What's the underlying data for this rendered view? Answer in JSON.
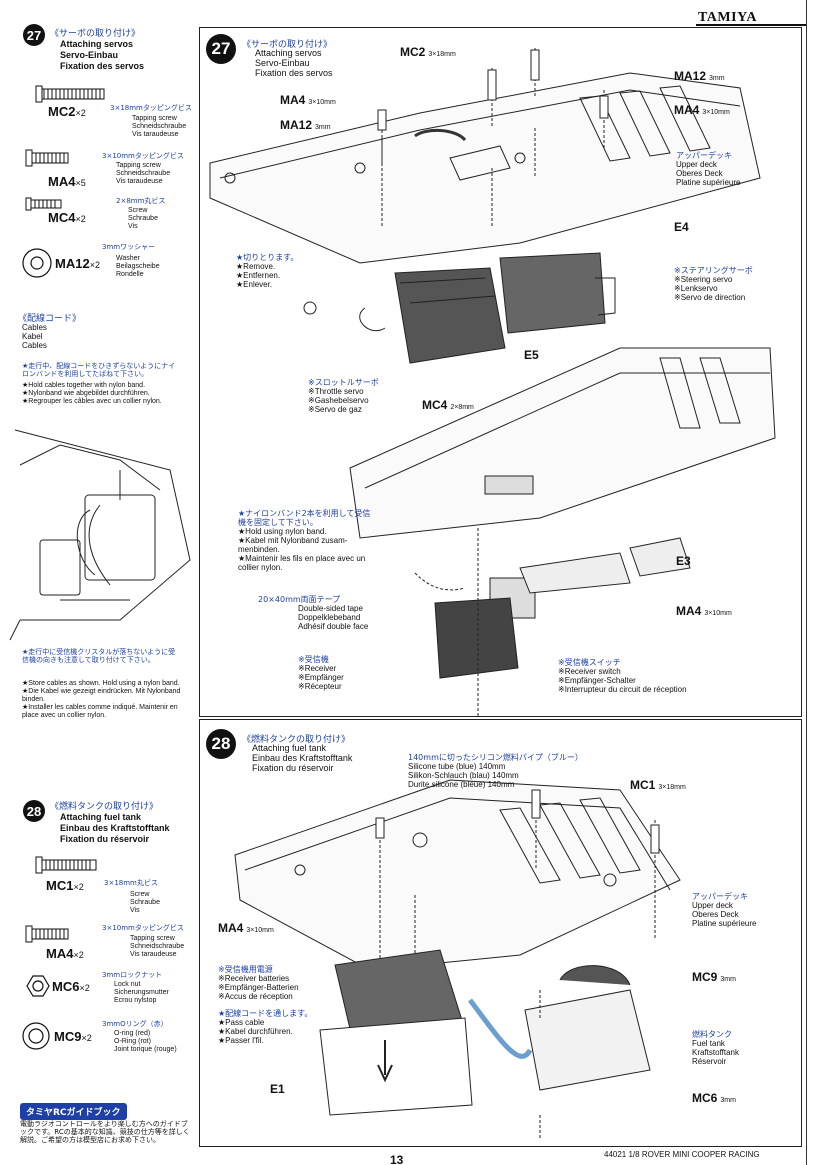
{
  "brand": "TAMIYA",
  "page_number": "13",
  "footer": "44021 1/8 ROVER MINI COOPER RACING",
  "sidebar": {
    "step27": {
      "number": "27",
      "jp": "《サーボの取り付け》",
      "en": "Attaching servos",
      "de": "Servo-Einbau",
      "fr": "Fixation des servos",
      "parts": [
        {
          "code": "MC2",
          "qty": "×2",
          "jp": "3×18mmタッピングビス",
          "desc": [
            "Tapping screw",
            "Schneidschraube",
            "Vis taraudeuse"
          ]
        },
        {
          "code": "MA4",
          "qty": "×5",
          "jp": "3×10mmタッピングビス",
          "desc": [
            "Tapping screw",
            "Schneidschraube",
            "Vis taraudeuse"
          ]
        },
        {
          "code": "MC4",
          "qty": "×2",
          "jp": "2×8mm丸ビス",
          "desc": [
            "Screw",
            "Schraube",
            "Vis"
          ]
        },
        {
          "code": "MA12",
          "qty": "×2",
          "jp": "3mmワッシャー",
          "desc": [
            "Washer",
            "Beilagscheibe",
            "Rondelle"
          ]
        }
      ]
    },
    "cables": {
      "jp": "《配線コード》",
      "en": "Cables",
      "de": "Kabel",
      "fr": "Cables",
      "note_jp": "★走行中、配線コードをひきずらないようにナイロンバンドを利用してたばねて下さい。",
      "notes": [
        "★Hold cables together with nylon band.",
        "★Nylonband wie abgebildet durchführen.",
        "★Regrouper les câbles avec un collier nylon."
      ]
    },
    "crystal": {
      "note_jp": "★走行中に受信機クリスタルが落ちないように受信機の向きも注意して取り付けて下さい。",
      "notes": [
        "★Store cables as shown. Hold using a nylon band.",
        "★Die Kabel wie gezeigt eindrücken. Mit Nylonband binden.",
        "★Installer les cables comme indiqué. Maintenir en place avec un collier nylon."
      ]
    },
    "step28": {
      "number": "28",
      "jp": "《燃料タンクの取り付け》",
      "en": "Attaching fuel tank",
      "de": "Einbau des Kraftstofftank",
      "fr": "Fixation du réservoir",
      "parts": [
        {
          "code": "MC1",
          "qty": "×2",
          "jp": "3×18mm丸ビス",
          "desc": [
            "Screw",
            "Schraube",
            "Vis"
          ]
        },
        {
          "code": "MA4",
          "qty": "×2",
          "jp": "3×10mmタッピングビス",
          "desc": [
            "Tapping screw",
            "Schneidschraube",
            "Vis taraudeuse"
          ]
        },
        {
          "code": "MC6",
          "qty": "×2",
          "jp": "3mmロックナット",
          "desc": [
            "Lock nut",
            "Sicherungsmutter",
            "Ecrou nylstop"
          ]
        },
        {
          "code": "MC9",
          "qty": "×2",
          "jp": "3mmOリング（赤）",
          "desc": [
            "O-ring (red)",
            "O-Ring (rot)",
            "Joint torique (rouge)"
          ]
        }
      ]
    },
    "guide": {
      "badge": "タミヤRCガイドブック",
      "text": "電動ラジオコントロールをより楽しむ方へのガイドブックです。RCの基本的な知識、競技の仕方等を詳しく解説。ご希望の方は模型店にお求め下さい。"
    }
  },
  "panel27": {
    "number": "27",
    "jp": "《サーボの取り付け》",
    "en": "Attaching servos",
    "de": "Servo-Einbau",
    "fr": "Fixation des servos",
    "codes": {
      "mc2": {
        "code": "MC2",
        "size": "3×18mm"
      },
      "ma12a": {
        "code": "MA12",
        "size": "3mm"
      },
      "ma4a": {
        "code": "MA4",
        "size": "3×10mm"
      },
      "ma4b": {
        "code": "MA4",
        "size": "3×10mm"
      },
      "ma12b": {
        "code": "MA12",
        "size": "3mm"
      },
      "e4": {
        "code": "E4",
        "size": ""
      },
      "e5": {
        "code": "E5",
        "size": ""
      },
      "mc4": {
        "code": "MC4",
        "size": "2×8mm"
      },
      "e3": {
        "code": "E3",
        "size": ""
      },
      "ma4c": {
        "code": "MA4",
        "size": "3×10mm"
      }
    },
    "upper_deck": {
      "jp": "アッパーデッキ",
      "lines": [
        "Upper deck",
        "Oberes Deck",
        "Platine supérieure"
      ]
    },
    "remove": {
      "jp": "★切りとります。",
      "lines": [
        "★Remove.",
        "★Entfernen.",
        "★Enlever."
      ]
    },
    "steering_servo": {
      "jp": "※ステアリングサーボ",
      "lines": [
        "※Steering servo",
        "※Lenkservo",
        "※Servo de direction"
      ]
    },
    "throttle_servo": {
      "jp": "※スロットルサーボ",
      "lines": [
        "※Throttle servo",
        "※Gashebelservo",
        "※Servo de gaz"
      ]
    },
    "nylon_band": {
      "jp": "★ナイロンバンド2本を利用して受信機を固定して下さい。",
      "lines": [
        "★Hold using nylon band.",
        "★Kabel mit Nylonband zusam-menbinden.",
        "★Maintenir les fils en place avec un collier nylon."
      ]
    },
    "tape": {
      "jp": "20×40mm両面テープ",
      "lines": [
        "Double-sided tape",
        "Doppelklebeband",
        "Adhésif double face"
      ]
    },
    "receiver": {
      "jp": "※受信機",
      "lines": [
        "※Receiver",
        "※Empfänger",
        "※Récepteur"
      ]
    },
    "receiver_switch": {
      "jp": "※受信機スイッチ",
      "lines": [
        "※Receiver switch",
        "※Empfänger-Schalter",
        "※Interrupteur du circuit de réception"
      ]
    }
  },
  "panel28": {
    "number": "28",
    "jp": "《燃料タンクの取り付け》",
    "en": "Attaching fuel tank",
    "de": "Einbau des Kraftstofftank",
    "fr": "Fixation du réservoir",
    "pipe": {
      "jp": "140mmに切ったシリコン燃料パイプ（ブルー）",
      "lines": [
        "Silicone tube (blue) 140mm",
        "Silikon-Schlauch (blau) 140mm",
        "Durite silicone (bleue) 140mm"
      ]
    },
    "codes": {
      "mc1": {
        "code": "MC1",
        "size": "3×18mm"
      },
      "ma4": {
        "code": "MA4",
        "size": "3×10mm"
      },
      "mc9": {
        "code": "MC9",
        "size": "3mm"
      },
      "mc6": {
        "code": "MC6",
        "size": "3mm"
      },
      "e1": {
        "code": "E1",
        "size": ""
      }
    },
    "upper_deck": {
      "jp": "アッパーデッキ",
      "lines": [
        "Upper deck",
        "Oberes Deck",
        "Platine supérieure"
      ]
    },
    "battery": {
      "jp": "※受信機用電源",
      "lines": [
        "※Receiver batteries",
        "※Empfänger-Batterien",
        "※Accus de réception"
      ]
    },
    "pass_cable": {
      "jp": "★配線コードを通します。",
      "lines": [
        "★Pass cable",
        "★Kabel durchführen.",
        "★Passer l'fil."
      ]
    },
    "fuel_tank": {
      "jp": "燃料タンク",
      "lines": [
        "Fuel tank",
        "Kraftstofftank",
        "Réservoir"
      ]
    }
  }
}
